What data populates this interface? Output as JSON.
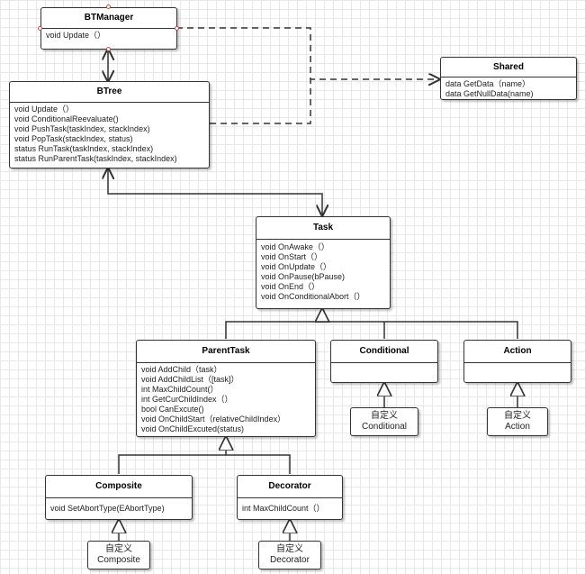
{
  "classes": {
    "btmanager": {
      "name": "BTManager",
      "methods": [
        "void Update（）"
      ]
    },
    "shared": {
      "name": "Shared",
      "methods": [
        "data GetData（name）",
        "data GetNullData(name)"
      ]
    },
    "btree": {
      "name": "BTree",
      "methods": [
        "void Update（）",
        "void ConditionalReevaluate()",
        "void PushTask(taskIndex, stackIndex)",
        "void PopTask(stackIndex, status)",
        "status RunTask(taskIndex, stackIndex)",
        "status RunParentTask(taskIndex, stackIndex)"
      ]
    },
    "task": {
      "name": "Task",
      "methods": [
        "void OnAwake（）",
        "void OnStart（）",
        "void OnUpdate（）",
        "void OnPause(bPause)",
        "void OnEnd（）",
        "void OnConditionalAbort（）"
      ]
    },
    "parenttask": {
      "name": "ParentTask",
      "methods": [
        "void AddChild（task）",
        "void AddChildList（[task]）",
        "int MaxChildCount(）",
        "int GetCurChildIndex（）",
        "bool CanExcute()",
        "void OnChildStart（relativeChildIndex）",
        "void OnChildExcuted(status)"
      ]
    },
    "conditional": {
      "name": "Conditional",
      "methods": []
    },
    "action": {
      "name": "Action",
      "methods": []
    },
    "composite": {
      "name": "Composite",
      "methods": [
        "void SetAbortType(EAbortType)"
      ]
    },
    "decorator": {
      "name": "Decorator",
      "methods": [
        "int MaxChildCount（）"
      ]
    }
  },
  "custom_nodes": {
    "conditional": {
      "line1": "自定义",
      "line2": "Conditional"
    },
    "action": {
      "line1": "自定义",
      "line2": "Action"
    },
    "composite": {
      "line1": "自定义",
      "line2": "Composite"
    },
    "decorator": {
      "line1": "自定义",
      "line2": "Decorator"
    }
  },
  "colors": {
    "line": "#333333",
    "border": "#333333",
    "grid": "#e8e8e8",
    "handle": "#c0504d"
  }
}
